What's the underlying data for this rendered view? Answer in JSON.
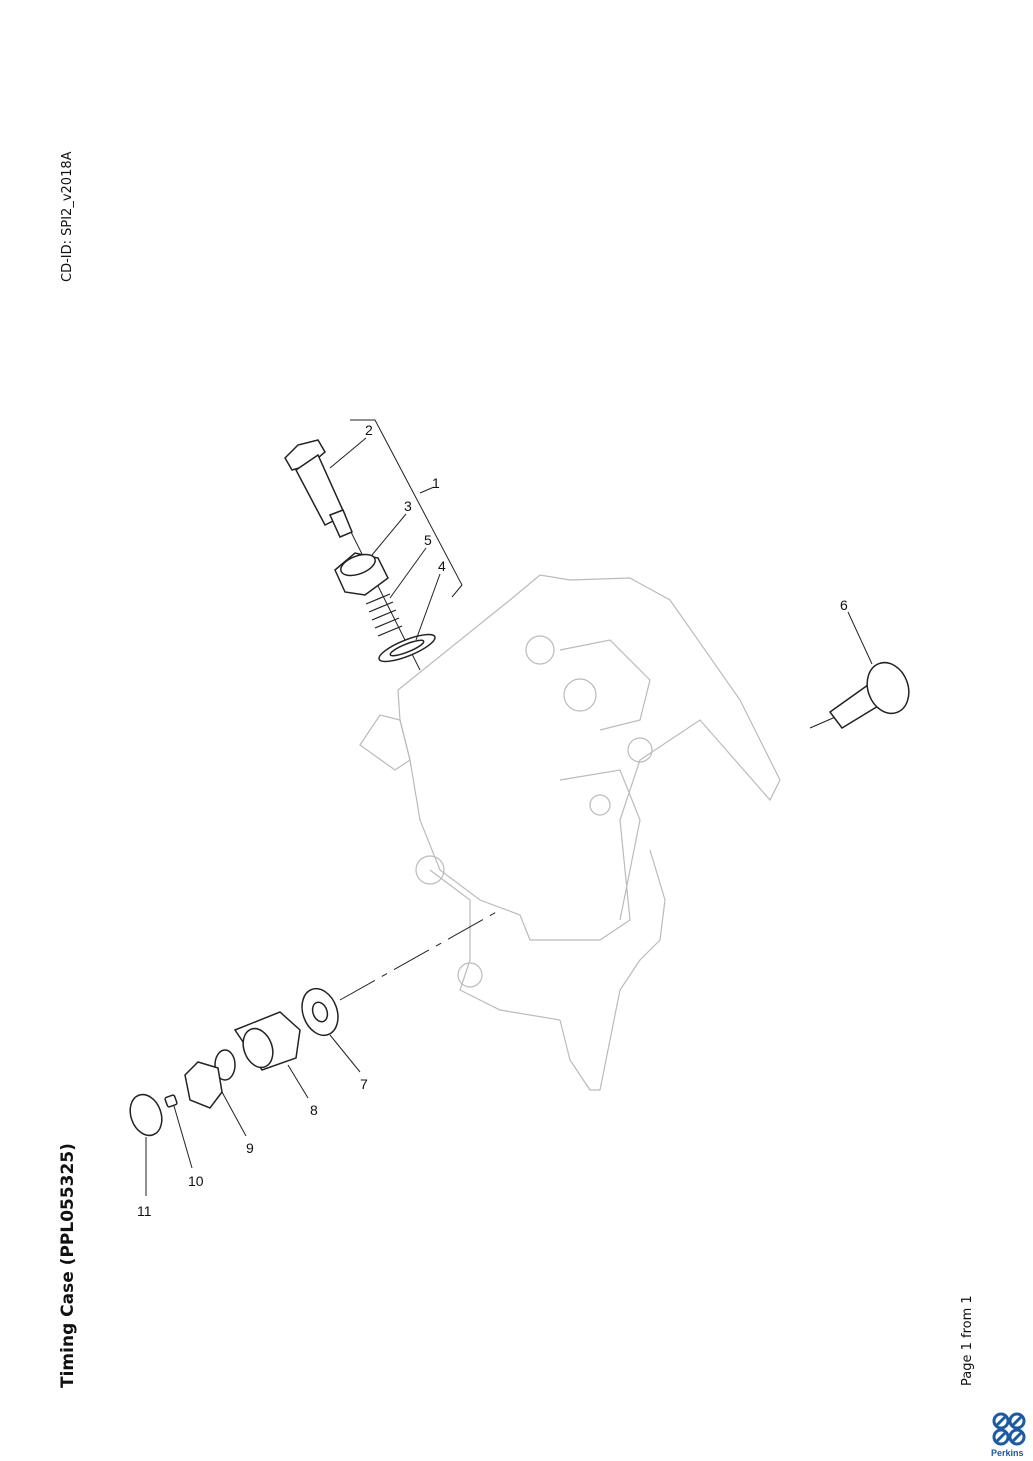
{
  "header": {
    "cd_id": "CD-ID: SPI2_v2018A"
  },
  "title": "Timing Case (PPL055325)",
  "footer": {
    "page_info": "Page 1 from 1",
    "brand": "Perkins"
  },
  "callouts": [
    "1",
    "2",
    "3",
    "4",
    "5",
    "6",
    "7",
    "8",
    "9",
    "10",
    "11"
  ],
  "colors": {
    "brand": "#1a5aa6",
    "line": "#222222",
    "faint": "#bbbbbb"
  }
}
